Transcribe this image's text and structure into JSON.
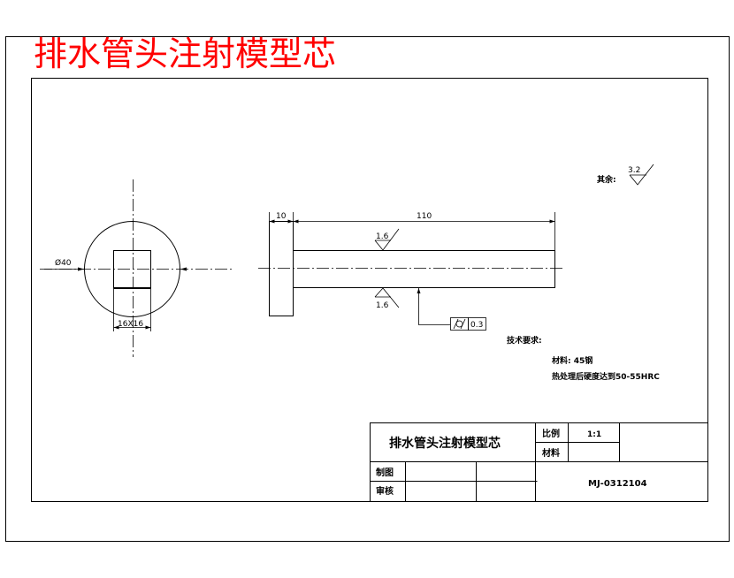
{
  "page_title": "排水管头注射模型芯",
  "surface_finish_note": {
    "label": "其余:",
    "value": "3.2"
  },
  "dimensions": {
    "diameter": "Ø40",
    "square": "16X16",
    "head_length": "10",
    "total_length": "110"
  },
  "roughness_labels": {
    "top": "1.6",
    "bottom": "1.6"
  },
  "tolerance_frame": {
    "value": "0.3"
  },
  "tech_requirements": {
    "heading": "技术要求:",
    "material_line": "材料:  45钢",
    "hardness_line": "热处理后硬度达到50-55HRC"
  },
  "title_block": {
    "part_name": "排水管头注射模型芯",
    "scale_label": "比例",
    "scale_value": "1:1",
    "material_label": "材料",
    "drawn_label": "制图",
    "checked_label": "审核",
    "drawing_number": "MJ-0312104"
  }
}
